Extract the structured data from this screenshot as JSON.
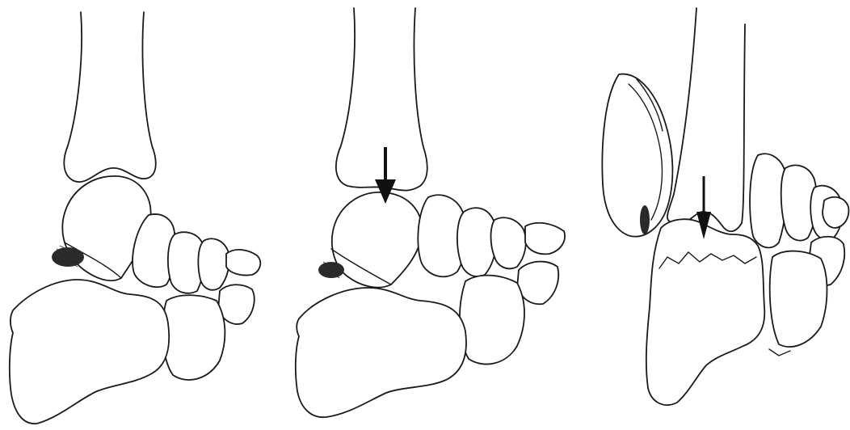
{
  "figure": {
    "panels": [
      {
        "id": "panel-1",
        "stage": "normal",
        "has_arrow": false
      },
      {
        "id": "panel-2",
        "stage": "compression",
        "has_arrow": true
      },
      {
        "id": "panel-3",
        "stage": "fracture",
        "has_arrow": true
      }
    ],
    "colors": {
      "line": "#1a1a1a",
      "background": "#ffffff",
      "arrow": "#111111"
    }
  }
}
